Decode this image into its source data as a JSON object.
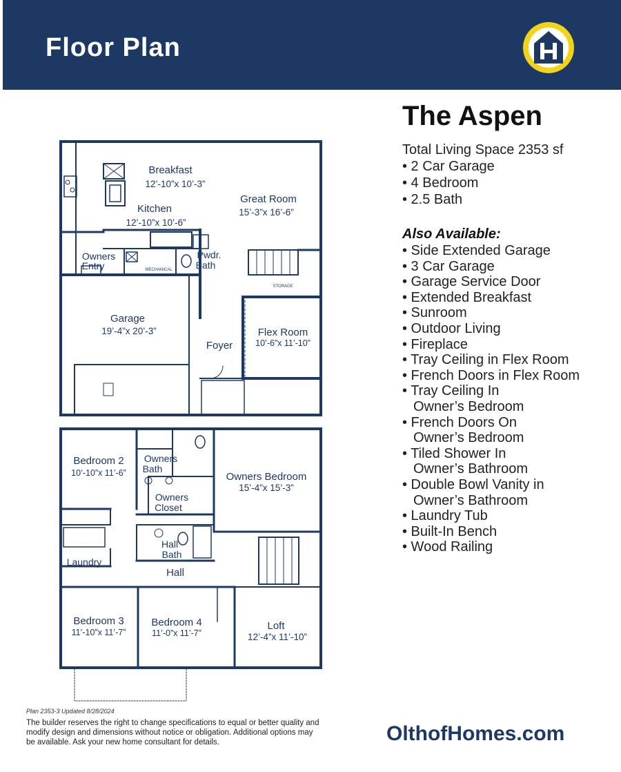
{
  "header": {
    "title": "Floor Plan",
    "logo_icon": "olthof-house-logo",
    "bg_color": "#1e3864",
    "accent_color": "#f2d31b"
  },
  "plan": {
    "name": "The Aspen",
    "summary": [
      "Total Living Space 2353 sf",
      "• 2 Car Garage",
      "• 4 Bedroom",
      "• 2.5 Bath"
    ],
    "also_available_title": "Also Available:",
    "options": [
      "• Side Extended Garage",
      "• 3 Car Garage",
      "• Garage Service Door",
      "• Extended Breakfast",
      "• Sunroom",
      "• Outdoor Living",
      "• Fireplace",
      "• Tray Ceiling in Flex Room",
      "• French Doors in Flex Room",
      "• Tray Ceiling In",
      "Owner’s Bedroom",
      "• French Doors On",
      "Owner’s Bedroom",
      "• Tiled Shower In",
      "Owner’s Bathroom",
      "• Double Bowl Vanity in",
      "Owner’s Bathroom",
      "• Laundry Tub",
      "• Built-In Bench",
      "• Wood Railing"
    ]
  },
  "rooms": {
    "breakfast": {
      "name": "Breakfast",
      "dims": "12’-10”x 10’-3”"
    },
    "kitchen": {
      "name": "Kitchen",
      "dims": "12’-10”x 10’-6”"
    },
    "great_room": {
      "name": "Great Room",
      "dims": "15’-3”x 16’-6”"
    },
    "owners_entry": {
      "name1": "Owners",
      "name2": "Entry"
    },
    "mechanical": "MECHANICAL",
    "pwdr_bath": {
      "name1": "Pwdr.",
      "name2": "Bath"
    },
    "storage": "STORAGE",
    "garage": {
      "name": "Garage",
      "dims": "19’-4”x 20’-3”"
    },
    "foyer": "Foyer",
    "flex_room": {
      "name": "Flex Room",
      "dims": "10’-6”x 11’-10”"
    },
    "bedroom2": {
      "name": "Bedroom 2",
      "dims": "10’-10”x 11’-6”"
    },
    "owners_bath": {
      "name1": "Owners",
      "name2": "Bath"
    },
    "owners_closet": {
      "name1": "Owners",
      "name2": "Closet"
    },
    "owners_bedroom": {
      "name": "Owners Bedroom",
      "dims": "15’-4”x 15’-3”"
    },
    "hall_bath": {
      "name1": "Hall",
      "name2": "Bath"
    },
    "laundry": "Laundry",
    "hall": "Hall",
    "bedroom3": {
      "name": "Bedroom 3",
      "dims": "11’-10”x 11’-7”"
    },
    "bedroom4": {
      "name": "Bedroom 4",
      "dims": "11’-0”x 11’-7”"
    },
    "loft": {
      "name": "Loft",
      "dims": "12’-4”x 11’-10”"
    }
  },
  "footer": {
    "plan_id": "Plan 2353-3 Updated 8/28/2024",
    "disclaimer": "The builder reserves the right to change specifications to equal or better quality and modify design and dimensions without notice or obligation. Additional options may be available. Ask your new home consultant for details.",
    "website": "OlthofHomes.com"
  }
}
